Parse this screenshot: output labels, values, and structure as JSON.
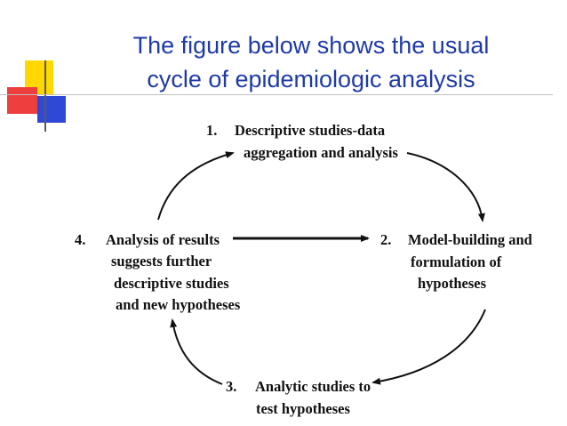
{
  "title": {
    "line1": "The figure below shows the usual",
    "line2": "cycle of epidemiologic analysis"
  },
  "colors": {
    "title": "#1f3aa6",
    "deco_yellow": "#ffd800",
    "deco_red": "#ee3e3e",
    "deco_blue": "#3048d6",
    "deco_line": "#5a5a5a",
    "text": "#111111"
  },
  "diagram": {
    "nodes": [
      {
        "number": "1.",
        "lines": [
          "Descriptive studies-data",
          "aggregation and analysis"
        ]
      },
      {
        "number": "2.",
        "lines": [
          "Model-building and",
          "formulation of",
          "hypotheses"
        ]
      },
      {
        "number": "3.",
        "lines": [
          "Analytic studies to",
          "test hypotheses"
        ]
      },
      {
        "number": "4.",
        "lines": [
          "Analysis of results",
          "suggests further",
          "descriptive studies",
          "and new hypotheses"
        ]
      }
    ]
  }
}
